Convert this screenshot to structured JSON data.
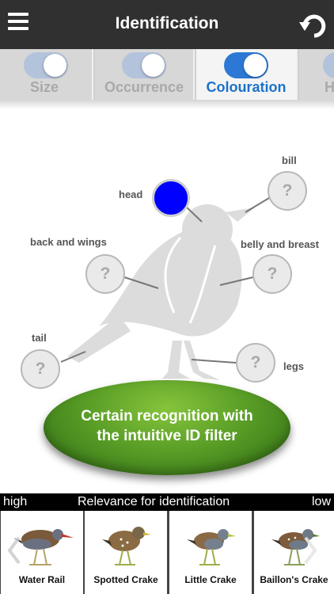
{
  "header": {
    "title": "Identification",
    "menu_icon": "hamburger-menu-icon",
    "undo_icon": "undo-arrow-icon"
  },
  "tabs": [
    {
      "label": "Size",
      "active": false
    },
    {
      "label": "Occurrence",
      "active": false
    },
    {
      "label": "Colouration",
      "active": true
    },
    {
      "label": "Ha",
      "active": false
    }
  ],
  "diagram": {
    "parts": {
      "bill": {
        "label": "bill",
        "value": "?"
      },
      "head": {
        "label": "head"
      },
      "back_and_wings": {
        "label": "back and wings",
        "value": "?"
      },
      "belly_and_breast": {
        "label": "belly and breast",
        "value": "?"
      },
      "tail": {
        "label": "tail",
        "value": "?"
      },
      "legs": {
        "label": "legs",
        "value": "?"
      }
    },
    "head_color": "#0000ff",
    "cta_line1": "Certain recognition with",
    "cta_line2": "the intuitive ID filter"
  },
  "relevance": {
    "high": "high",
    "title": "Relevance for identification",
    "low": "low"
  },
  "species": [
    {
      "name": "Water Rail"
    },
    {
      "name": "Spotted Crake"
    },
    {
      "name": "Little Crake"
    },
    {
      "name": "Baillon's Crake"
    }
  ],
  "colors": {
    "accent": "#2c78d4",
    "header": "#303030",
    "cta_green": "#5a9e27"
  }
}
